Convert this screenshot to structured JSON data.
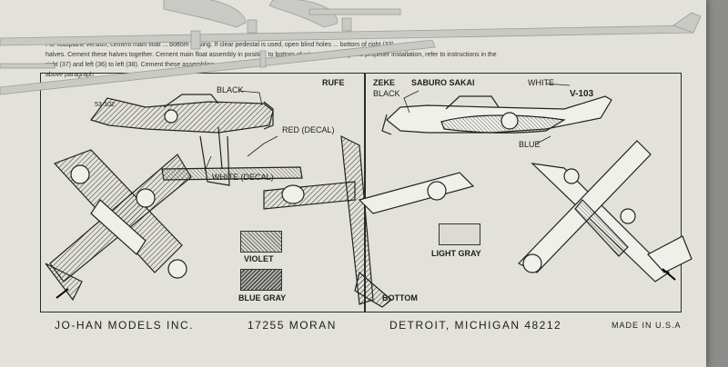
{
  "instructions": {
    "line1": "For floatplane version, cement main float ... bottom of wing. If clear pedestal is used, open blind holes ... bottom of right (33)",
    "line2": "halves. Cement these halves together. Cement main float assembly in position to bottom of wing ... cowl ring and propeller installation, refer to instructions in the",
    "line3": "right (37) and left (36) to left (38). Cement these assemblies ...",
    "line4": "above paragraph"
  },
  "rufe": {
    "title": "RUFE",
    "black": "BLACK",
    "red_decal": "RED (DECAL)",
    "white_decal": "WHITE (DECAL)",
    "tail_code": "53-102"
  },
  "zeke": {
    "title": "ZEKE",
    "pilot": "SABURO SAKAI",
    "black": "BLACK",
    "white": "WHITE",
    "blue": "BLUE",
    "tail_code": "V-103"
  },
  "legend": {
    "violet": "VIOLET",
    "blue_gray": "BLUE GRAY",
    "light_gray": "LIGHT GRAY",
    "bottom": "BOTTOM"
  },
  "footer": {
    "company": "JO-HAN MODELS INC.",
    "street": "17255 MORAN",
    "city": "DETROIT, MICHIGAN 48212",
    "made": "MADE IN U.S.A"
  },
  "colors": {
    "paper": "#e3e2da",
    "plastic": "#c9cac6",
    "ink": "#222222",
    "background": "#8c8c8a"
  }
}
